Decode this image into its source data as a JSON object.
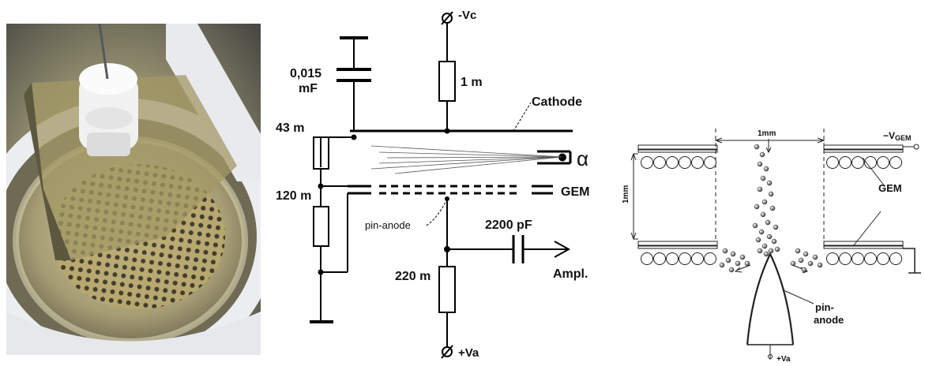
{
  "circuit": {
    "labels": {
      "vc": "-Vc",
      "r_1m": "1 m",
      "cap_value": "0,015",
      "cap_unit": "mF",
      "r_43m": "43 m",
      "r_120m": "120 m",
      "r_220m": "220 m",
      "cathode": "Cathode",
      "alpha": "α",
      "gem": "GEM",
      "pin_anode": "pin-anode",
      "cap_2200": "2200 pF",
      "ampl": "Ampl.",
      "va": "+Va"
    }
  },
  "gem_detail": {
    "labels": {
      "width": "1mm",
      "height": "1mm",
      "vgem_prefix": "−V",
      "vgem_sub": "GEM",
      "gem": "GEM",
      "pin_anode_line1": "pin-",
      "pin_anode_line2": "anode",
      "va": "+Va"
    }
  }
}
